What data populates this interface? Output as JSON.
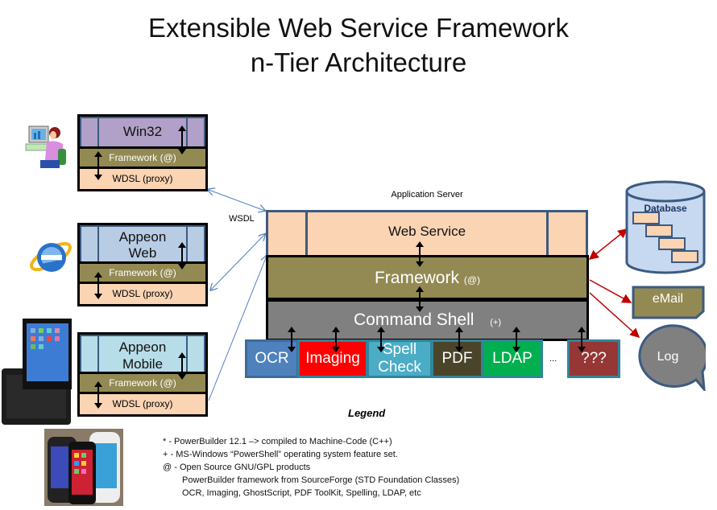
{
  "title": {
    "line1": "Extensible Web Service Framework",
    "line2": "n-Tier Architecture"
  },
  "clients": [
    {
      "name": "Win32",
      "icon": "user-at-computer-icon",
      "top_color": "#b1a0c7",
      "framework": "Framework (@)",
      "proxy": "WDSL (proxy)"
    },
    {
      "name_line1": "Appeon",
      "name_line2": "Web",
      "icon": "internet-explorer-icon",
      "top_color": "#b8cce4",
      "framework": "Framework (@)",
      "proxy": "WDSL (proxy)"
    },
    {
      "name_line1": "Appeon",
      "name_line2": "Mobile",
      "icon": "tablet-devices-icon",
      "top_color": "#b7dde8",
      "framework": "Framework (@)",
      "proxy": "WDSL (proxy)"
    }
  ],
  "phones_icon": "smartphones-icon",
  "wsdl_label": "WSDL",
  "server": {
    "label": "Application Server",
    "web_service": "Web Service",
    "framework": "Framework",
    "framework_note": "(@)",
    "command_shell": "Command Shell",
    "command_shell_note": "(+)"
  },
  "modules": [
    {
      "label": "OCR",
      "color": "#4f81bd"
    },
    {
      "label": "Imaging",
      "color": "#ff0000"
    },
    {
      "label_line1": "Spell",
      "label_line2": "Check",
      "color": "#4bacc6"
    },
    {
      "label": "PDF",
      "color": "#4a452a"
    },
    {
      "label": "LDAP",
      "color": "#00b050"
    },
    {
      "label": "???",
      "color": "#953735"
    }
  ],
  "ellipsis": "...",
  "resources": {
    "database": "Database",
    "email": "eMail",
    "log": "Log"
  },
  "legend": {
    "title": "Legend",
    "items": [
      "* -  PowerBuilder 12.1 –> compiled to Machine-Code (C++)",
      "+ -  MS-Windows “PowerShell” operating system feature set.",
      "@ - Open Source GNU/GPL products",
      "PowerBuilder framework from SourceForge (STD Foundation Classes)",
      "OCR, Imaging,  GhostScript, PDF  ToolKit,  Spelling, LDAP, etc"
    ]
  },
  "colors": {
    "framework": "#938953",
    "proxy": "#fbd4b4",
    "command_shell": "#808080",
    "connector_blue": "#4f81bd",
    "connector_red": "#c00000"
  }
}
